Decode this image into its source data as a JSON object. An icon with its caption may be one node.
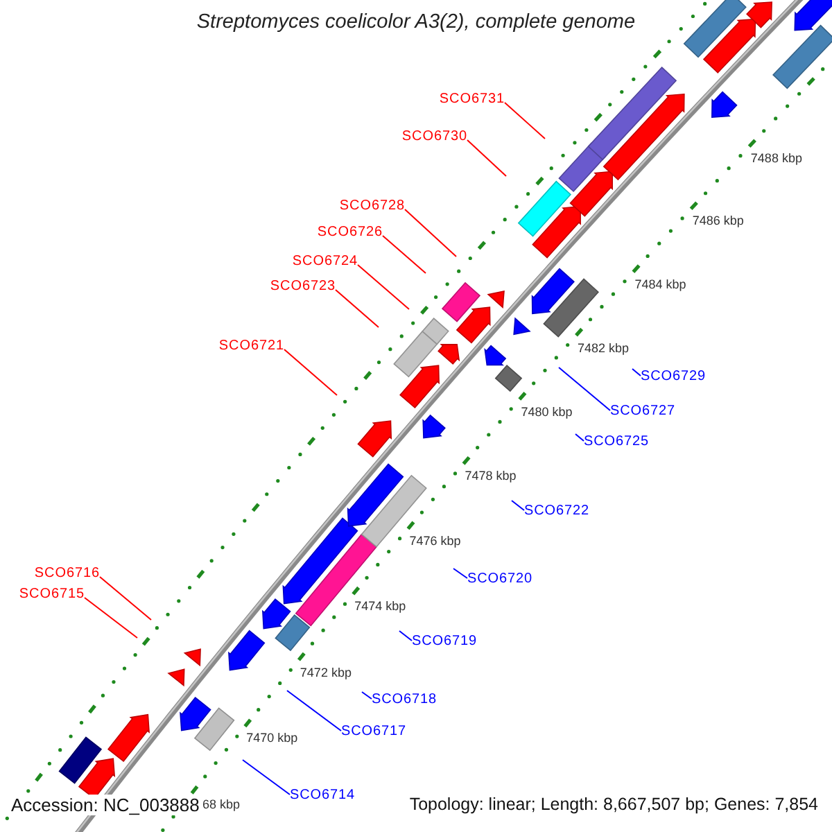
{
  "diagram": {
    "title": "Streptomyces coelicolor A3(2), complete genome",
    "nodes": [
      {
        "text": [
          "SCO6731"
        ]
      },
      {
        "text": [
          "SCO6730"
        ]
      },
      {
        "text": [
          "SCO6728"
        ]
      },
      {
        "text": [
          "SCO6726"
        ]
      },
      {
        "text": [
          "SCO6724"
        ]
      },
      {
        "text": [
          "SCO6723"
        ]
      },
      {
        "text": [
          "SCO6721"
        ]
      },
      {
        "text": [
          "SCO6729"
        ]
      },
      {
        "text": [
          "SCO6727"
        ]
      },
      {
        "text": [
          "SCO6725"
        ]
      },
      {
        "text": [
          "SCO6722"
        ]
      },
      {
        "text": [
          "SCO6716"
        ]
      },
      {
        "text": [
          "SCO6720"
        ]
      },
      {
        "text": [
          "SCO6715"
        ]
      },
      {
        "text": [
          "SCO6719"
        ]
      },
      {
        "text": [
          "SCO6718"
        ]
      },
      {
        "text": [
          "SCO6717"
        ]
      },
      {
        "text": [
          "SCO6714"
        ]
      }
    ],
    "edges": [
      {
        "from": 0,
        "to": null,
        "arrow": "none"
      },
      {
        "from": 1,
        "to": null,
        "arrow": "none"
      },
      {
        "from": 2,
        "to": null,
        "arrow": "none"
      },
      {
        "from": 3,
        "to": null,
        "arrow": "none"
      },
      {
        "from": 4,
        "to": null,
        "arrow": "none"
      },
      {
        "from": 5,
        "to": null,
        "arrow": "none"
      },
      {
        "from": 6,
        "to": null,
        "arrow": "none"
      },
      {
        "from": 7,
        "to": null,
        "arrow": "none",
        "color": "#0000ff"
      },
      {
        "from": 8,
        "to": null,
        "arrow": "none",
        "color": "#0000ff"
      },
      {
        "from": 9,
        "to": null,
        "arrow": "none",
        "color": "#0000ff"
      },
      {
        "from": 10,
        "to": null,
        "arrow": "none",
        "color": "#0000ff"
      },
      {
        "from": 11,
        "to": null,
        "arrow": "none"
      },
      {
        "from": 12,
        "to": null,
        "arrow": "none",
        "color": "#0000ff"
      },
      {
        "from": 13,
        "to": null,
        "arrow": "none"
      },
      {
        "from": 14,
        "to": null,
        "arrow": "none",
        "color": "#0000ff"
      },
      {
        "from": 15,
        "to": null,
        "arrow": "none",
        "color": "#0000ff"
      },
      {
        "from": 16,
        "to": null,
        "arrow": "none",
        "color": "#0000ff"
      },
      {
        "from": 17,
        "to": null,
        "arrow": "none",
        "color": "#0000ff"
      }
    ],
    "labels": [
      "7488 kbp",
      "7486 kbp",
      "7484 kbp",
      "7482 kbp",
      "7480 kbp",
      "7478 kbp",
      "7476 kbp",
      "7474 kbp",
      "7472 kbp",
      "7470 kbp",
      "68 kbp",
      "Accession: NC_003888",
      "Topology: linear; Length: 8,667,507 bp; Genes: 7,854"
    ]
  }
}
